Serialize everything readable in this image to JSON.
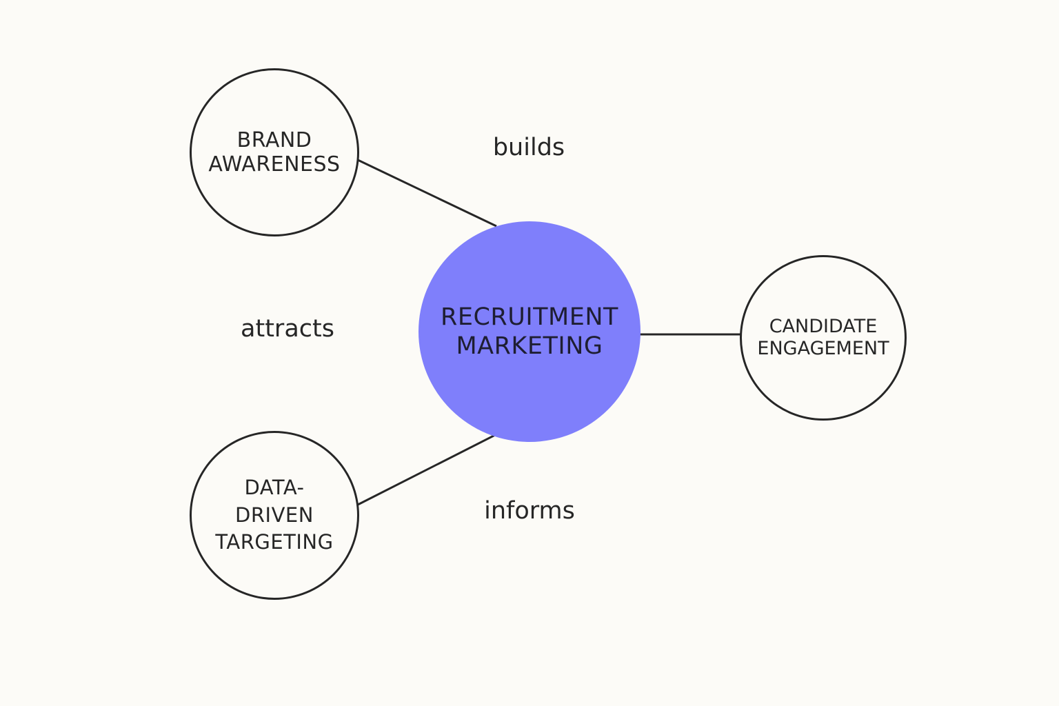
{
  "diagram": {
    "center": {
      "lines": [
        "RECRUITMENT",
        "MARKETING"
      ],
      "color": "#7f7ffb"
    },
    "nodes": {
      "brand_awareness": {
        "lines": [
          "BRAND",
          "AWARENESS"
        ]
      },
      "candidate_engagement": {
        "lines": [
          "CANDIDATE",
          "ENGAGEMENT"
        ]
      },
      "data_driven_targeting": {
        "lines": [
          "DATA-",
          "DRIVEN",
          "TARGETING"
        ]
      }
    },
    "edge_labels": {
      "builds": "builds",
      "attracts": "attracts",
      "informs": "informs"
    },
    "colors": {
      "background": "#fcfbf7",
      "stroke": "#262626",
      "text": "#262626"
    }
  }
}
